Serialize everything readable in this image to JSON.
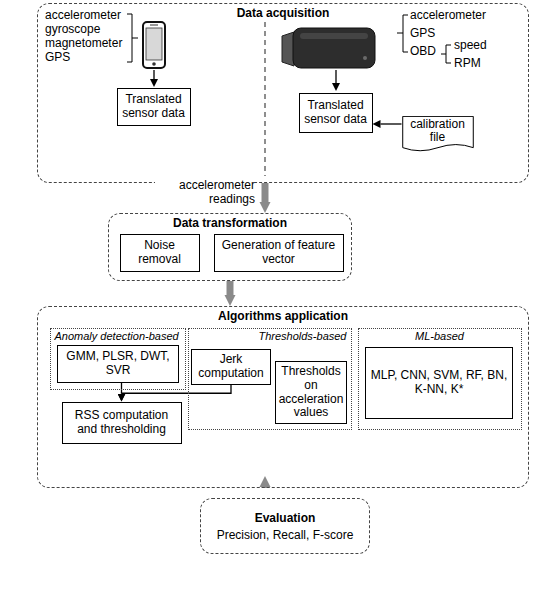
{
  "diagram": {
    "nodes": [
      {
        "text": [
          "Data acquisition"
        ]
      },
      {
        "text": [
          "Translated sensor data"
        ],
        "in": 0
      },
      {
        "text": [
          "Translated sensor data"
        ],
        "in": 0
      },
      {
        "text": [
          "calibration file"
        ],
        "in": 0
      },
      {
        "text": [
          "Data transformation"
        ]
      },
      {
        "text": [
          "Noise removal"
        ],
        "in": 4
      },
      {
        "text": [
          "Generation of feature vector"
        ],
        "in": 4
      },
      {
        "text": [
          "Algorithms application"
        ]
      },
      {
        "text": [
          "Anomaly detection-based"
        ],
        "in": 7
      },
      {
        "text": [
          "GMM, PLSR, DWT, SVR"
        ],
        "in": 8
      },
      {
        "text": [
          "Thresholds-based"
        ],
        "in": 7
      },
      {
        "text": [
          "Jerk computation"
        ],
        "in": 10
      },
      {
        "text": [
          "Thresholds on acceleration values"
        ],
        "in": 10
      },
      {
        "text": [
          "ML-based"
        ],
        "in": 7
      },
      {
        "text": [
          "MLP, CNN, SVM, RF, BN, K-NN, K*"
        ],
        "in": 13
      },
      {
        "text": [
          "RSS computation and thresholding"
        ],
        "in": 7
      },
      {
        "text": [
          "Evaluation",
          "Precision, Recall, F-score"
        ]
      }
    ],
    "edges": [
      {
        "from": 3,
        "to": 2,
        "arrow": "to"
      },
      {
        "from": 0,
        "to": 4,
        "label": "accelerometer readings",
        "arrow": "to"
      },
      {
        "from": 4,
        "to": 7,
        "arrow": "to"
      },
      {
        "from": 7,
        "to": 16,
        "arrow": "to"
      },
      {
        "from": 9,
        "to": 15,
        "arrow": "to"
      },
      {
        "from": 11,
        "to": 15,
        "arrow": "to"
      }
    ],
    "labels": [
      "accelerometer",
      "gyroscope",
      "magnetometer",
      "GPS",
      "accelerometer",
      "GPS",
      "OBD",
      "speed",
      "RPM"
    ]
  }
}
